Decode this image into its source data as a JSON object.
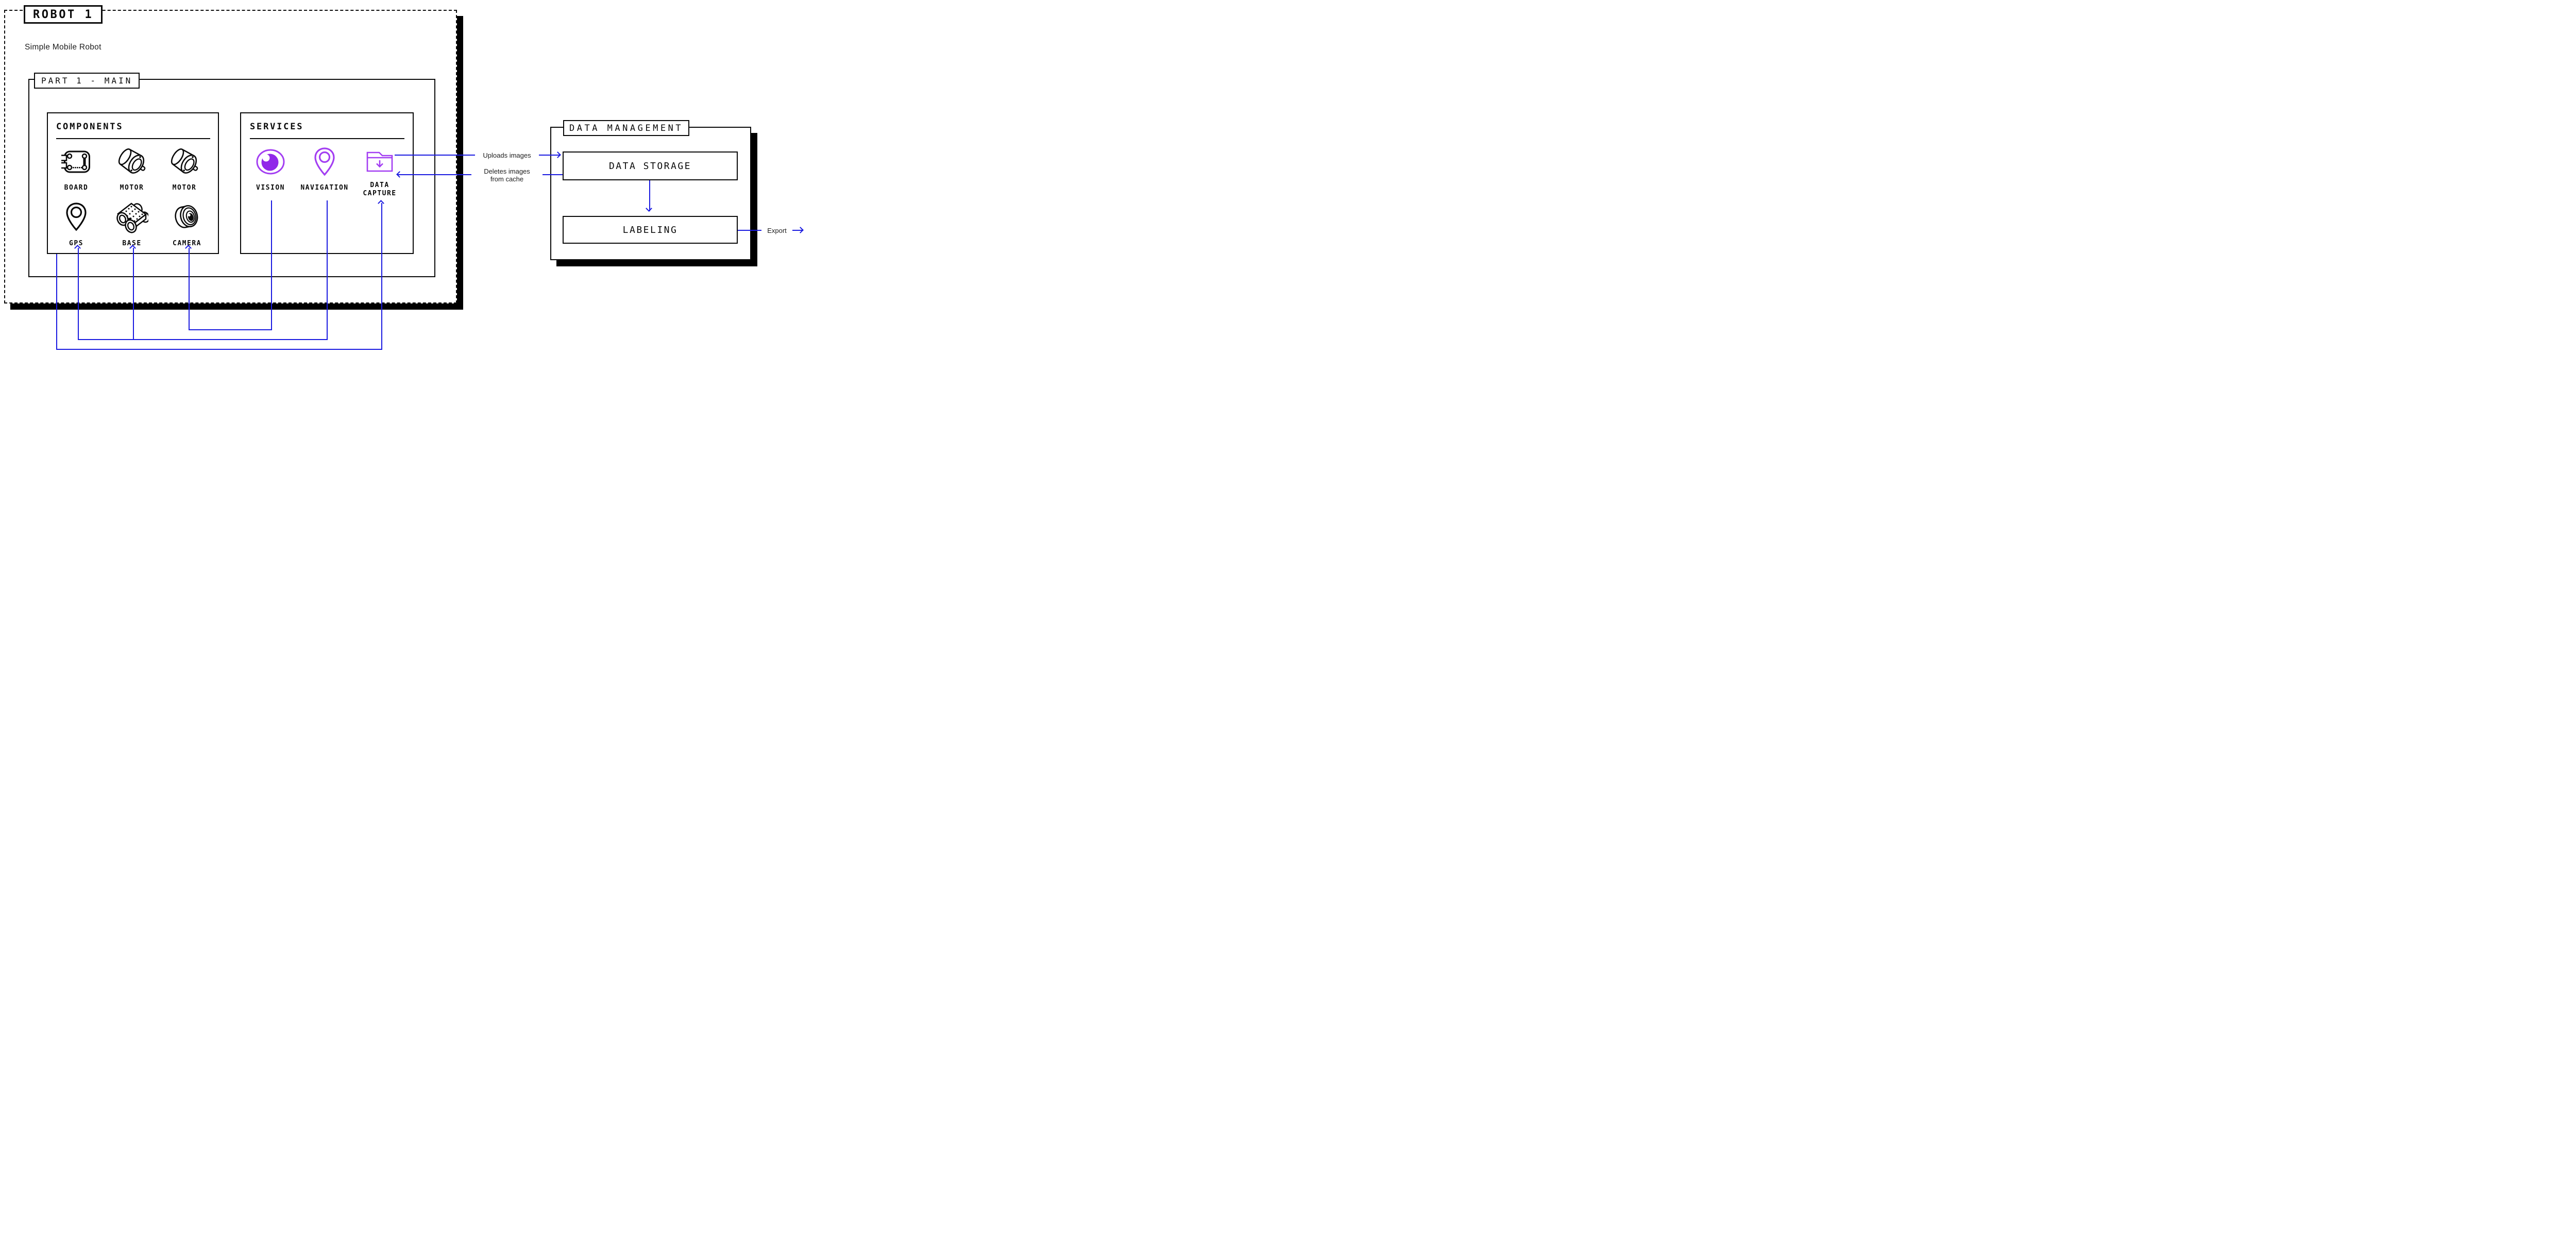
{
  "colors": {
    "ink": "#0a0a0a",
    "accent_blue": "#1a1ae0",
    "accent_purple": "#a33ef2",
    "purple_fill": "#9128e9"
  },
  "robot": {
    "title": "ROBOT 1",
    "subtitle": "Simple Mobile Robot"
  },
  "part1": {
    "title": "PART 1 - MAIN",
    "components": {
      "title": "COMPONENTS",
      "items": [
        {
          "label": "BOARD",
          "icon": "circuit-board-icon"
        },
        {
          "label": "MOTOR",
          "icon": "motor-icon"
        },
        {
          "label": "MOTOR",
          "icon": "motor-icon"
        },
        {
          "label": "GPS",
          "icon": "map-pin-icon"
        },
        {
          "label": "BASE",
          "icon": "wheeled-base-icon"
        },
        {
          "label": "CAMERA",
          "icon": "camera-lens-icon"
        }
      ]
    },
    "services": {
      "title": "SERVICES",
      "items": [
        {
          "label": "VISION",
          "icon": "vision-eye-icon"
        },
        {
          "label": "NAVIGATION",
          "icon": "navigation-pin-icon"
        },
        {
          "label": "DATA CAPTURE",
          "label_lines": [
            "DATA",
            "CAPTURE"
          ],
          "icon": "data-capture-folder-icon"
        }
      ]
    }
  },
  "data_management": {
    "title": "DATA MANAGEMENT",
    "storage_label": "DATA STORAGE",
    "labeling_label": "LABELING"
  },
  "edges": {
    "uploads_label": "Uploads images",
    "deletes_label_line1": "Deletes images",
    "deletes_label_line2": "from cache",
    "export_label": "Export",
    "connections": [
      "VISION -> CAMERA",
      "NAVIGATION -> GPS",
      "NAVIGATION -> BASE",
      "COMPONENTS -> DATA CAPTURE",
      "DATA CAPTURE -> DATA STORAGE (Uploads images)",
      "DATA STORAGE -> DATA CAPTURE (Deletes images from cache)",
      "DATA STORAGE -> LABELING",
      "LABELING -> Export"
    ]
  }
}
